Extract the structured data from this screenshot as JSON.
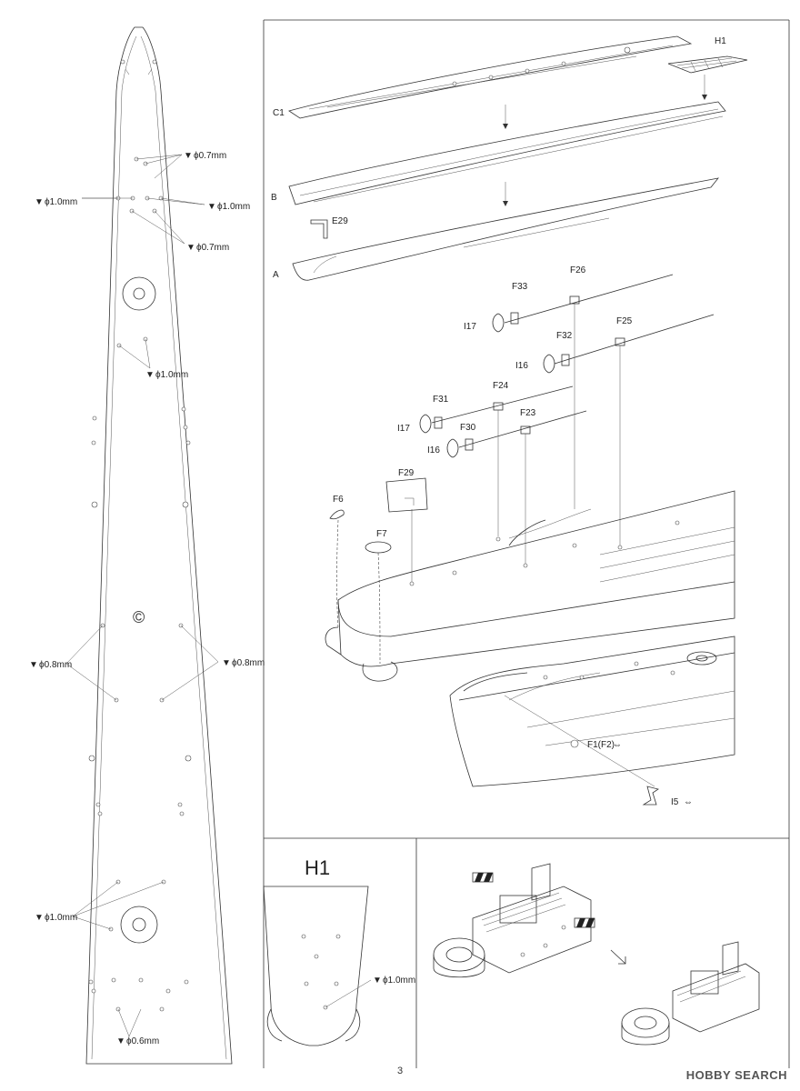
{
  "page": {
    "number": "3",
    "watermark": "HOBBY SEARCH"
  },
  "deck": {
    "drills": [
      {
        "id": "d1",
        "label": "ϕ0.7mm"
      },
      {
        "id": "d2",
        "label": "ϕ1.0mm"
      },
      {
        "id": "d3",
        "label": "ϕ1.0mm"
      },
      {
        "id": "d4",
        "label": "ϕ0.7mm"
      },
      {
        "id": "d5",
        "label": "ϕ1.0mm"
      },
      {
        "id": "d6",
        "label": "ϕ0.8mm"
      },
      {
        "id": "d7",
        "label": "ϕ0.8mm"
      },
      {
        "id": "d8",
        "label": "ϕ1.0mm"
      },
      {
        "id": "d9",
        "label": "ϕ0.6mm"
      }
    ],
    "copyright": "©"
  },
  "assembly": {
    "parts": {
      "H1": "H1",
      "C1": "C1",
      "B": "B",
      "E29": "E29",
      "A": "A",
      "F26": "F26",
      "F33": "F33",
      "I17a": "I17",
      "F32": "F32",
      "F25": "F25",
      "I16a": "I16",
      "F24": "F24",
      "F31": "F31",
      "I17b": "I17",
      "F23": "F23",
      "F30": "F30",
      "I16b": "I16",
      "F29": "F29",
      "F6": "F6",
      "F7": "F7",
      "F1": "F1(F2)",
      "I5": "I5"
    },
    "mirror_symbol": "⇔"
  },
  "h1_panel": {
    "title": "H1",
    "drill": "ϕ1.0mm"
  }
}
